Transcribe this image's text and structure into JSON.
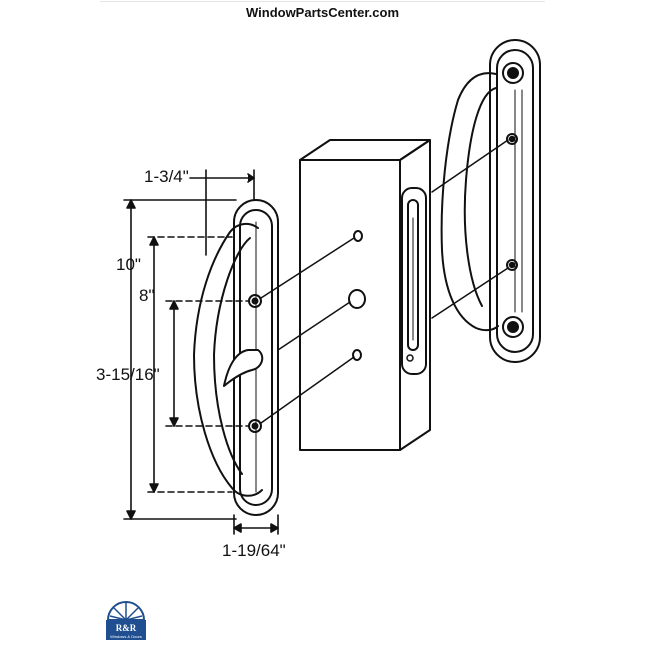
{
  "header": {
    "site_name": "WindowParts­Center.com"
  },
  "dimensions": {
    "handle_depth": "1-3/4\"",
    "overall_height": "10\"",
    "screw_spacing": "8\"",
    "spindle_offset": "3-15/16\"",
    "plate_width": "1-19/64\""
  },
  "logo": {
    "initials": "R&R",
    "tagline": "Windows & Doors",
    "color": "#1f4f91"
  },
  "colors": {
    "line": "#111111",
    "background": "#ffffff"
  }
}
